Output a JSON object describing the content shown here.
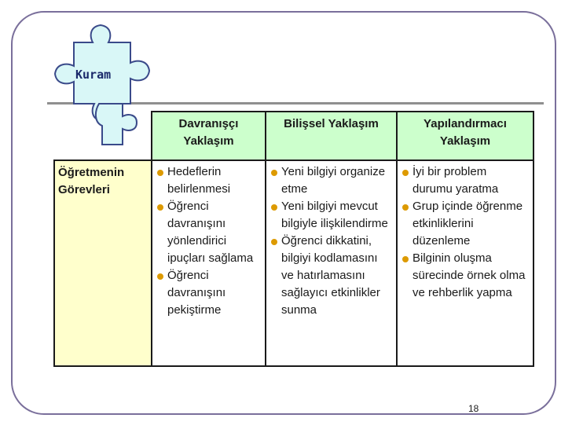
{
  "puzzle_label": "Kuram",
  "table": {
    "headers": [
      "Davranışçı Yaklaşım",
      "Bilişsel Yaklaşım",
      "Yapılandırmacı Yaklaşım"
    ],
    "row_label": "Öğretmenin Görevleri",
    "columns": [
      [
        "Hedeflerin belirlenmesi",
        "Öğrenci davranışını yönlendirici ipuçları sağlama",
        "Öğrenci davranışını pekiştirme"
      ],
      [
        "Yeni bilgiyi organize etme",
        "Yeni bilgiyi mevcut bilgiyle ilişkilendirme",
        "Öğrenci dikkatini, bilgiyi kodlamasını ve hatırlamasını sağlayıcı etkinlikler sunma"
      ],
      [
        "İyi bir problem durumu yaratma",
        "Grup içinde öğrenme etkinliklerini düzenleme",
        "Bilginin oluşma sürecinde örnek olma ve rehberlik yapma"
      ]
    ]
  },
  "page_number": "18",
  "colors": {
    "header_bg": "#ccffcc",
    "row_label_bg": "#ffffcc",
    "bullet": "#dd9a00",
    "puzzle_fill": "#d9f7f7",
    "puzzle_stroke": "#3a4a8a"
  }
}
